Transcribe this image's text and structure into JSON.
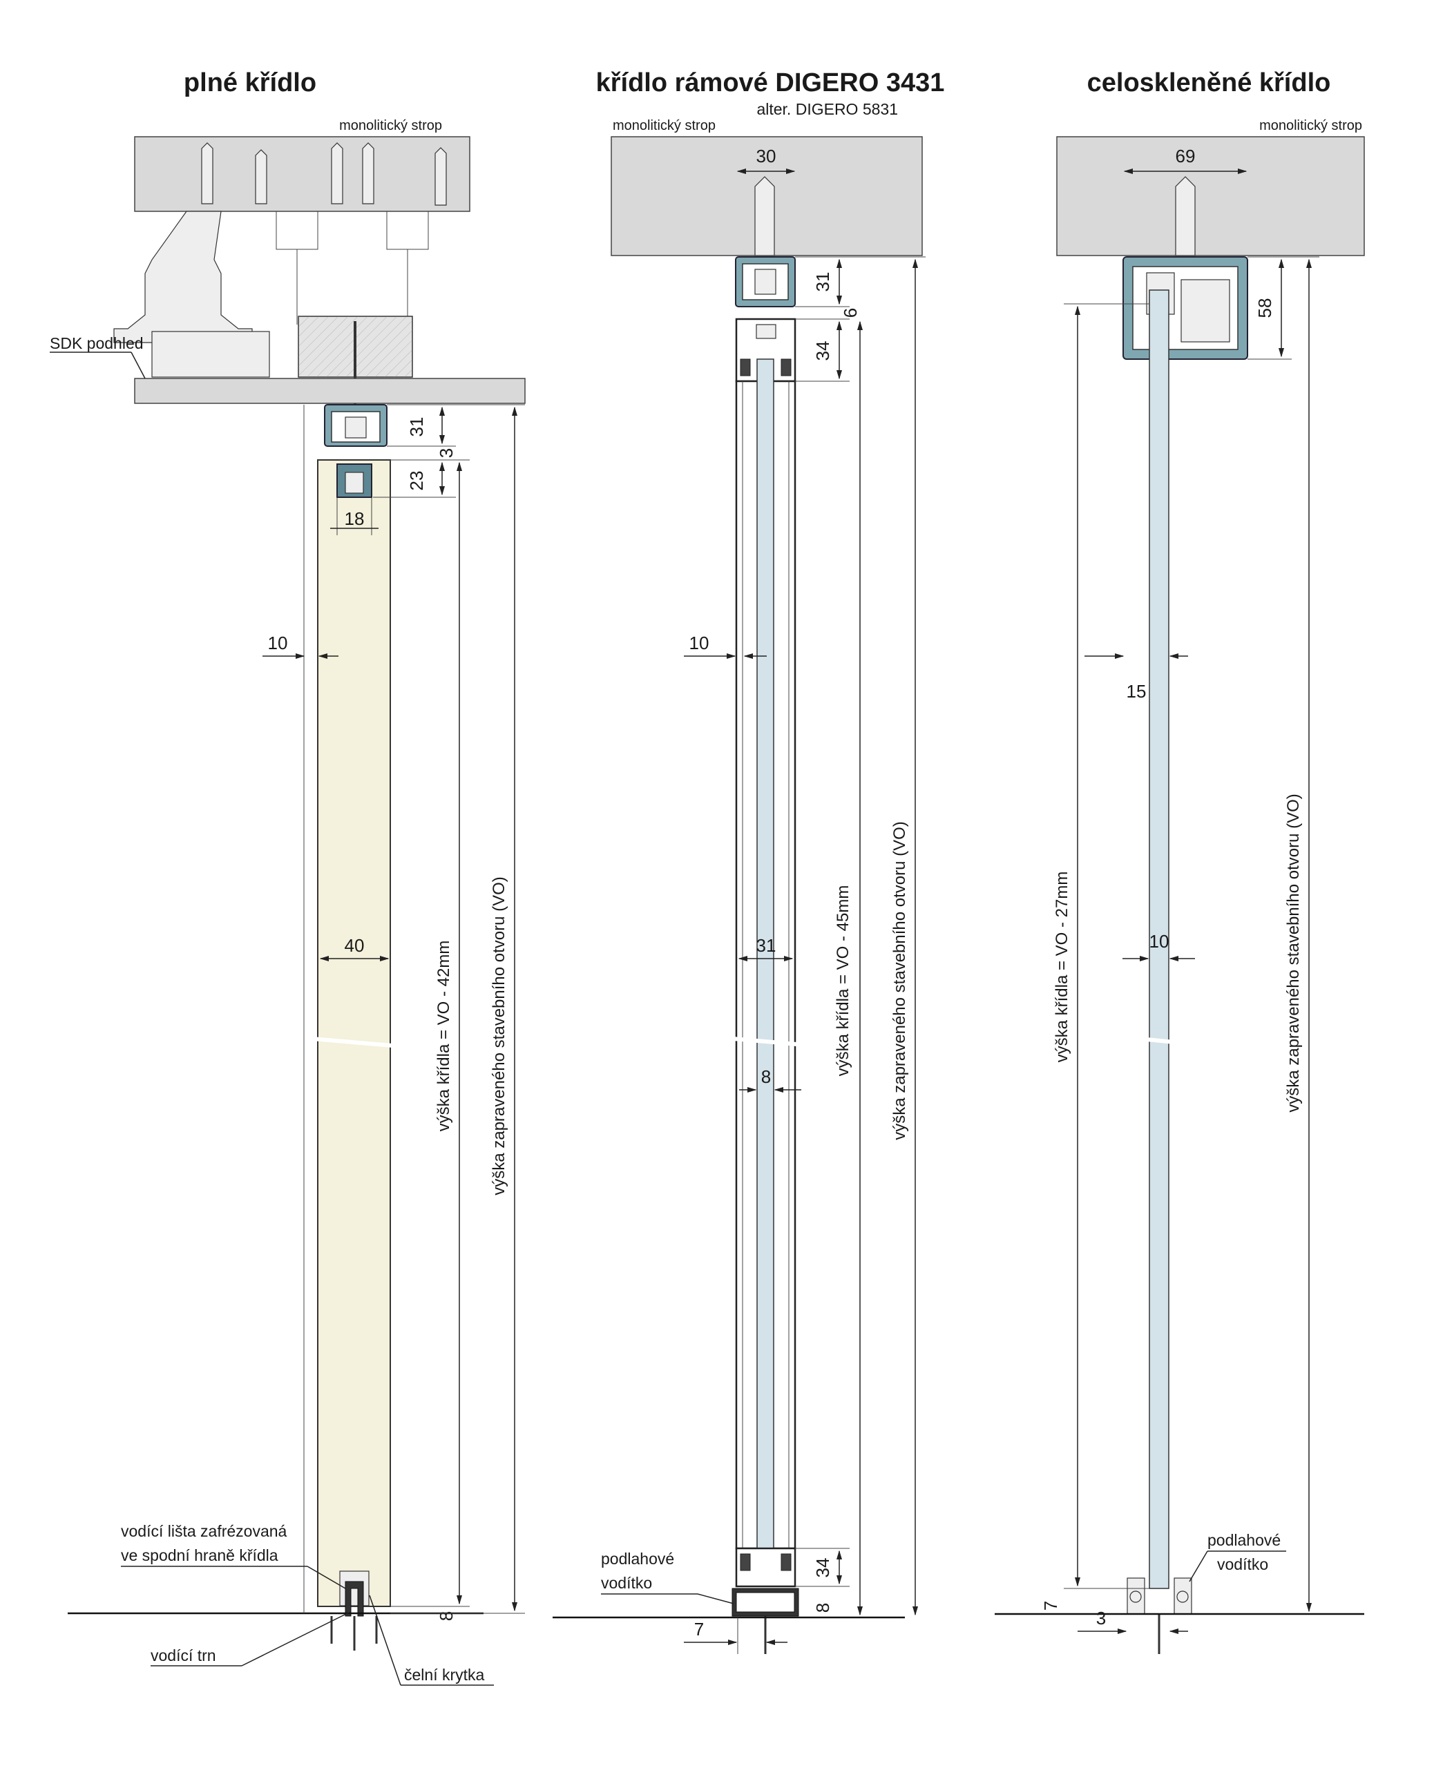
{
  "sections": [
    {
      "title": "plné křídlo",
      "ceiling_label": "monolitický strop",
      "sdk_label": "SDK podhled",
      "dims": {
        "profile_height": "31",
        "gap": "3",
        "insert_depth": "23",
        "insert_width": "18",
        "edge_offset": "10",
        "leaf_thickness": "40",
        "bottom_gap": "8"
      },
      "leaf_height_label": "výška křídla = VO - 42mm",
      "opening_height_label": "výška zapraveného stavebního otvoru (VO)",
      "callouts": {
        "guide_rail_line1": "vodící lišta zafrézovaná",
        "guide_rail_line2": "ve spodní hraně křídla",
        "guide_pin": "vodící trn",
        "end_cap": "čelní krytka"
      }
    },
    {
      "title": "křídlo rámové DIGERO 3431",
      "subtitle": "alter. DIGERO 5831",
      "ceiling_label": "monolitický strop",
      "dims": {
        "profile_width": "30",
        "profile_height": "31",
        "gap": "6",
        "top_frame": "34",
        "edge_offset": "10",
        "frame_thickness": "31",
        "glass_thickness": "8",
        "bottom_frame": "34",
        "bottom_gap": "8",
        "guide_offset": "7"
      },
      "leaf_height_label": "výška křídla = VO - 45mm",
      "opening_height_label": "výška zapraveného stavebního otvoru (VO)",
      "callouts": {
        "floor_guide_line1": "podlahové",
        "floor_guide_line2": "vodítko"
      }
    },
    {
      "title": "celoskleněné křídlo",
      "ceiling_label": "monolitický strop",
      "dims": {
        "profile_width": "69",
        "profile_height": "58",
        "edge_offset": "15",
        "glass_thickness": "10",
        "bottom_gap": "7",
        "guide_offset": "3"
      },
      "leaf_height_label": "výška křídla = VO - 27mm",
      "opening_height_label": "výška zapraveného stavebního otvoru (VO)",
      "callouts": {
        "floor_guide_line1": "podlahové",
        "floor_guide_line2": "vodítko"
      }
    }
  ]
}
